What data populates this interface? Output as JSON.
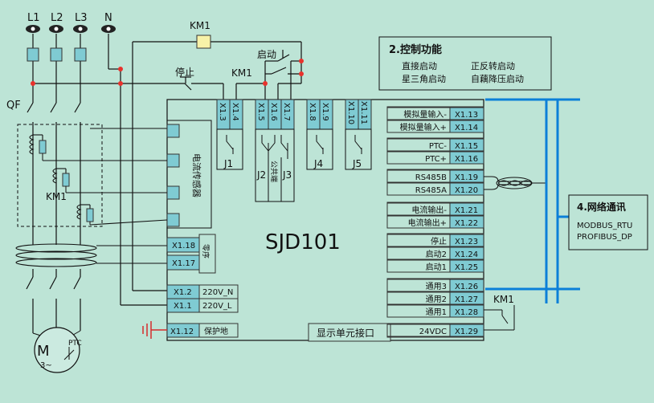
{
  "phases": [
    "L1",
    "L2",
    "L3",
    "N"
  ],
  "breaker_label": "QF",
  "contactor_label": "KM1",
  "contactor_coil_label": "KM1",
  "stop_label": "停止",
  "start_label": "启动",
  "km1_aux_label": "KM1",
  "km1_out_label": "KM1",
  "device_name": "SJD101",
  "current_sensor_label": "电流传感器",
  "zero_seq_label": "零序",
  "common_label": "公共端",
  "top_terminals": [
    "X1.3",
    "X1.4",
    "X1.5",
    "X1.6",
    "X1.7",
    "X1.8",
    "X1.9",
    "X1.10",
    "X1.11"
  ],
  "relays": [
    "J1",
    "J2",
    "J3",
    "J4",
    "J5"
  ],
  "left_terminals": [
    {
      "id": "X1.18",
      "label": ""
    },
    {
      "id": "X1.17",
      "label": ""
    },
    {
      "id": "X1.2",
      "label": "220V_N"
    },
    {
      "id": "X1.1",
      "label": "220V_L"
    },
    {
      "id": "X1.12",
      "label": "保护地"
    }
  ],
  "right_terminals": [
    {
      "label": "模拟量输入-",
      "id": "X1.13"
    },
    {
      "label": "模拟量输入+",
      "id": "X1.14"
    },
    {
      "label": "PTC-",
      "id": "X1.15"
    },
    {
      "label": "PTC+",
      "id": "X1.16"
    },
    {
      "label": "RS485B",
      "id": "X1.19"
    },
    {
      "label": "RS485A",
      "id": "X1.20"
    },
    {
      "label": "电流输出-",
      "id": "X1.21"
    },
    {
      "label": "电流输出+",
      "id": "X1.22"
    },
    {
      "label": "停止",
      "id": "X1.23"
    },
    {
      "label": "启动2",
      "id": "X1.24"
    },
    {
      "label": "启动1",
      "id": "X1.25"
    },
    {
      "label": "通用3",
      "id": "X1.26"
    },
    {
      "label": "通用2",
      "id": "X1.27"
    },
    {
      "label": "通用1",
      "id": "X1.28"
    },
    {
      "label": "24VDC",
      "id": "X1.29"
    }
  ],
  "display_interface": "显示单元接口",
  "control_box": {
    "title": "2.控制功能",
    "items": [
      "直接启动",
      "正反转启动",
      "星三角启动",
      "自藕降压启动"
    ]
  },
  "network_box": {
    "title": "4.网络通讯",
    "lines": [
      "MODBUS_RTU",
      "PROFIBUS_DP"
    ]
  },
  "motor": {
    "letter": "M",
    "phase": "3~",
    "ptc": "PTC"
  },
  "colors": {
    "background": "#bde4d6",
    "terminal": "#7fcbd3",
    "bus": "#0b7fd8",
    "junction": "#e8322c",
    "ground": "#d52d2d"
  }
}
